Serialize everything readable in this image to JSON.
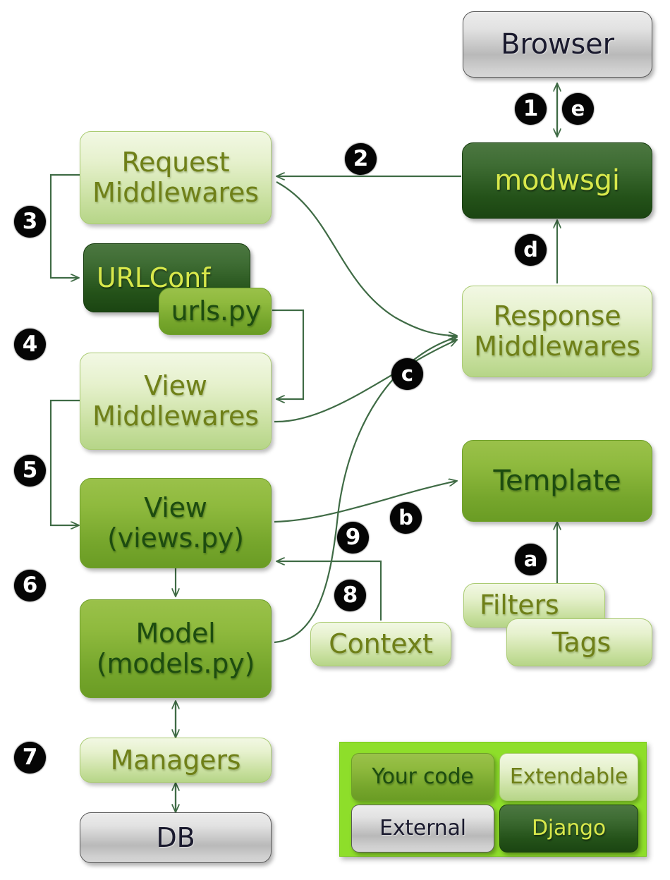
{
  "diagram": {
    "title": "Django request/response flow",
    "palette": {
      "django_dark": "#245219",
      "django_text": "#d8e84b",
      "yourcode_green": "#8fba3e",
      "yourcode_text": "#1d4c10",
      "extendable_pale": "#d9ebb6",
      "extendable_text": "#6f8018",
      "external_grey": "#cfcfcf",
      "external_text": "#1a1a2e",
      "legend_background": "#8ede2a",
      "arrow_green": "#3f6b45",
      "marker_black": "#050505",
      "marker_text": "#ffffff"
    }
  },
  "nodes": {
    "browser": {
      "label": "Browser",
      "type": "External"
    },
    "modwsgi": {
      "label": "modwsgi",
      "type": "Django"
    },
    "request_middlewares": {
      "label": "Request\nMiddlewares",
      "type": "Extendable"
    },
    "urlconf": {
      "label": "URLConf",
      "type": "Django"
    },
    "urls_py": {
      "label": "urls.py",
      "type": "Your code"
    },
    "view_middlewares": {
      "label": "View\nMiddlewares",
      "type": "Extendable"
    },
    "view": {
      "label": "View\n(views.py)",
      "type": "Your code"
    },
    "model": {
      "label": "Model\n(models.py)",
      "type": "Your code"
    },
    "managers": {
      "label": "Managers",
      "type": "Extendable"
    },
    "db": {
      "label": "DB",
      "type": "External"
    },
    "response_middlewares": {
      "label": "Response\nMiddlewares",
      "type": "Extendable"
    },
    "template": {
      "label": "Template",
      "type": "Your code"
    },
    "filters": {
      "label": "Filters",
      "type": "Extendable"
    },
    "tags": {
      "label": "Tags",
      "type": "Extendable"
    },
    "context": {
      "label": "Context",
      "type": "Extendable"
    }
  },
  "markers": {
    "m1": "1",
    "m2": "2",
    "m3": "3",
    "m4": "4",
    "m5": "5",
    "m6": "6",
    "m7": "7",
    "m8": "8",
    "m9": "9",
    "ma": "a",
    "mb": "b",
    "mc": "c",
    "md": "d",
    "me": "e"
  },
  "legend": {
    "your_code": "Your code",
    "extendable": "Extendable",
    "external": "External",
    "django": "Django"
  }
}
